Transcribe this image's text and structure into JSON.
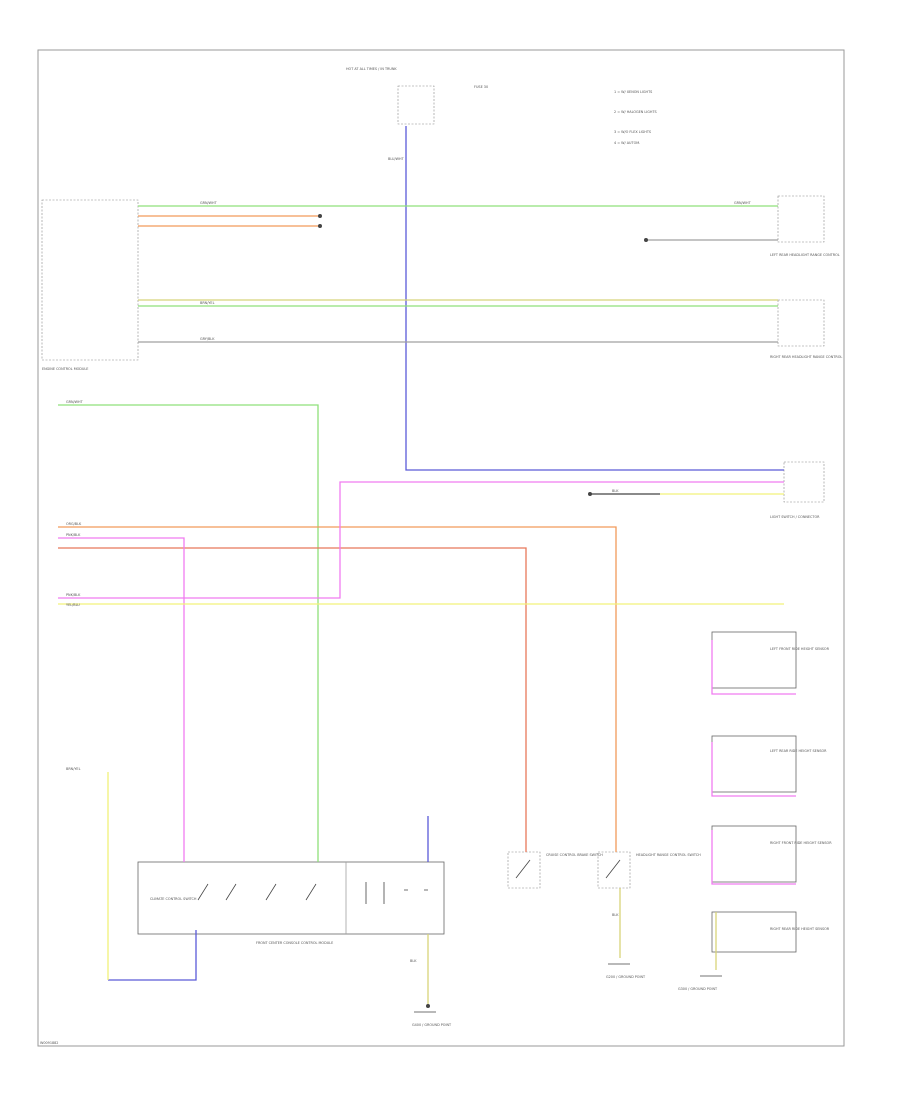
{
  "page": {
    "code": "W0091882"
  },
  "colors": {
    "green": "#8fe07a",
    "blue": "#5a5ad8",
    "pink": "#f07cf0",
    "orange": "#f29a5a",
    "red_orange": "#e8785a",
    "yellow": "#f2f27a",
    "olive": "#d8d47a",
    "gray": "#a0a0a0",
    "black": "#444444"
  },
  "components": {
    "fuse_block": "HOT AT ALL TIMES / IN TRUNK",
    "notes_1": "1 = W/ XENON LIGHTS",
    "notes_2": "2 = W/ HALOGEN LIGHTS",
    "notes_3": "3 = W/O FLEX LIGHTS",
    "notes_4": "4 = W/ AUTOM.",
    "ecm": "ENGINE CONTROL MODULE",
    "switch_top": "LEFT REAR HEADLIGHT RANGE CONTROL",
    "switch_mid": "RIGHT REAR HEADLIGHT RANGE CONTROL",
    "connector_right": "LIGHT SWITCH / CONNECTOR",
    "left_front_sensor": "LEFT FRONT RIDE HEIGHT SENSOR",
    "left_rear_sensor": "LEFT REAR RIDE HEIGHT SENSOR",
    "right_front_sensor": "RIGHT FRONT RIDE HEIGHT SENSOR",
    "right_rear_sensor": "RIGHT REAR RIDE HEIGHT SENSOR",
    "front_module": "FRONT CENTER CONSOLE CONTROL MODULE",
    "front_module_inner": "CLIMATE CONTROL SWITCH",
    "brake_switch": "CRUISE CONTROL BRAKE SWITCH",
    "ground_1": "G400 / GROUND POINT",
    "ground_2": "G200 / GROUND POINT",
    "ground_3": "G300 / GROUND POINT",
    "lamp_1": "HEADLIGHT RANGE CONTROL SWITCH",
    "fuse_label": "FUSE 30"
  },
  "wire_labels": {
    "w_green": "GRN/WHT",
    "w_blue": "BLU/WHT",
    "w_pink": "PNK/BLK",
    "w_orange": "ORG/BLK",
    "w_yellow": "YEL/BLU",
    "w_olive": "BRN/YEL",
    "w_gray": "GRY/BLK",
    "w_black": "BLK"
  }
}
